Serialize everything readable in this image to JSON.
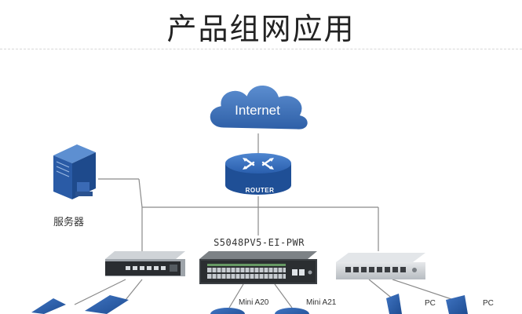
{
  "title": "产品组网应用",
  "nodes": {
    "internet": "Internet",
    "router": "ROUTER",
    "server": "服务器",
    "core_switch": "S5048PV5-EI-PWR",
    "ap_1": "Mini A20",
    "ap_2": "Mini A21",
    "pc_1": "PC",
    "pc_2": "PC"
  },
  "colors": {
    "cloud": "#3a6fb3",
    "router": "#2b64b5",
    "device_blue": "#2e5fa8",
    "line": "#8a8a8a"
  }
}
